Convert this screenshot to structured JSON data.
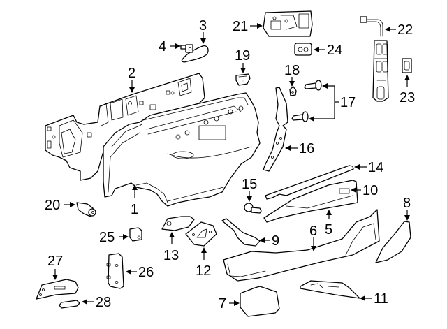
{
  "diagram": {
    "title": "Door interior trim components",
    "callouts": [
      {
        "id": "1",
        "label": "1"
      },
      {
        "id": "2",
        "label": "2"
      },
      {
        "id": "3",
        "label": "3"
      },
      {
        "id": "4",
        "label": "4"
      },
      {
        "id": "5",
        "label": "5"
      },
      {
        "id": "6",
        "label": "6"
      },
      {
        "id": "7",
        "label": "7"
      },
      {
        "id": "8",
        "label": "8"
      },
      {
        "id": "9",
        "label": "9"
      },
      {
        "id": "10",
        "label": "10"
      },
      {
        "id": "11",
        "label": "11"
      },
      {
        "id": "12",
        "label": "12"
      },
      {
        "id": "13",
        "label": "13"
      },
      {
        "id": "14",
        "label": "14"
      },
      {
        "id": "15",
        "label": "15"
      },
      {
        "id": "16",
        "label": "16"
      },
      {
        "id": "17",
        "label": "17"
      },
      {
        "id": "18",
        "label": "18"
      },
      {
        "id": "19",
        "label": "19"
      },
      {
        "id": "20",
        "label": "20"
      },
      {
        "id": "21",
        "label": "21"
      },
      {
        "id": "22",
        "label": "22"
      },
      {
        "id": "23",
        "label": "23"
      },
      {
        "id": "24",
        "label": "24"
      },
      {
        "id": "25",
        "label": "25"
      },
      {
        "id": "26",
        "label": "26"
      },
      {
        "id": "27",
        "label": "27"
      },
      {
        "id": "28",
        "label": "28"
      }
    ]
  }
}
